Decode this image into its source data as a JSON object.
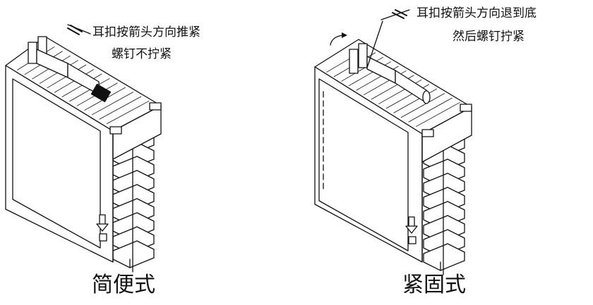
{
  "left": {
    "annotation_line1": "耳扣按箭头方向推紧",
    "annotation_line2": "螺钉不拧紧",
    "caption": "简便式"
  },
  "right": {
    "annotation_line1": "耳扣按箭头方向退到底",
    "annotation_line2": "然后螺钉拧紧",
    "caption": "紧固式"
  }
}
